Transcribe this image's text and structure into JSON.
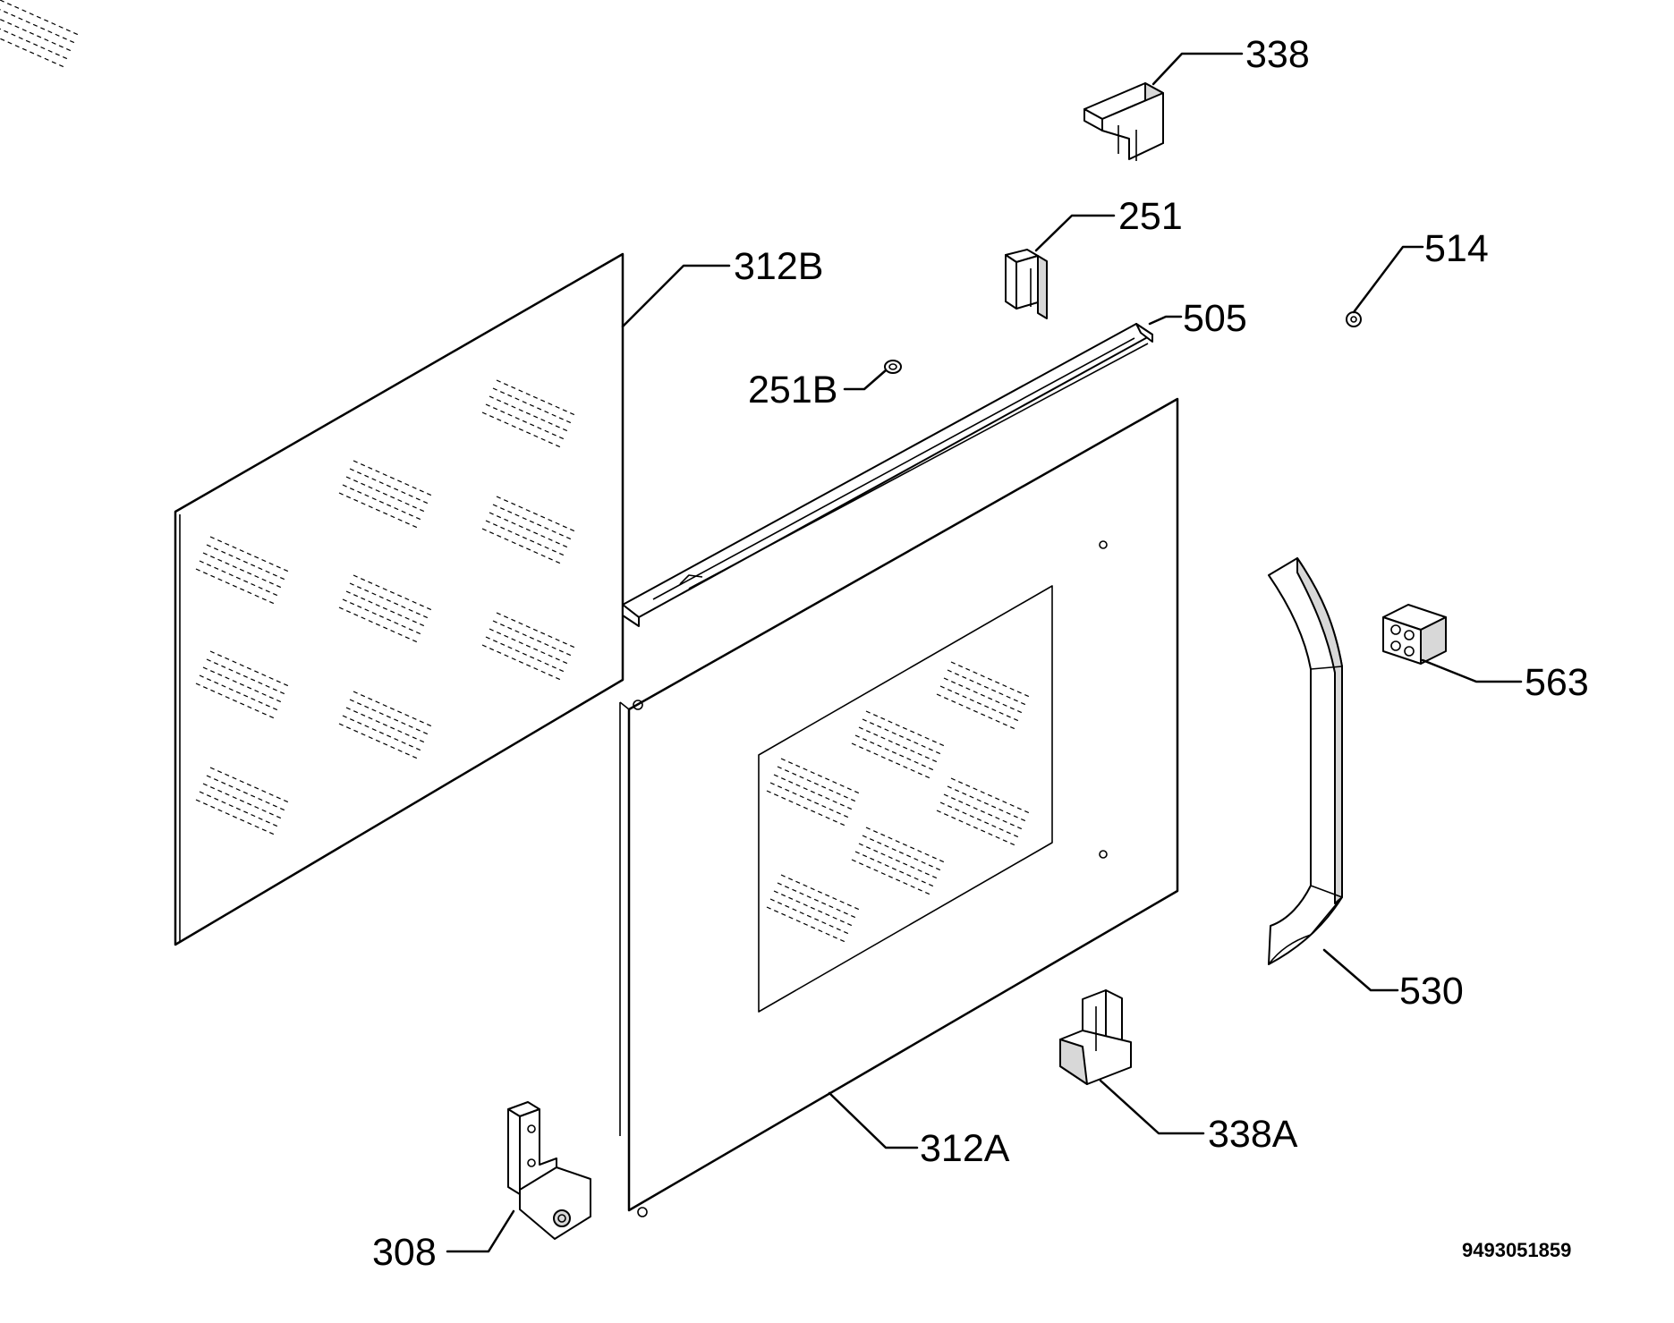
{
  "document_number": "9493051859",
  "part_labels": {
    "p338": "338",
    "p251": "251",
    "p514": "514",
    "p312B": "312B",
    "p505": "505",
    "p251B": "251B",
    "p563": "563",
    "p530": "530",
    "p312A": "312A",
    "p338A": "338A",
    "p308": "308"
  }
}
